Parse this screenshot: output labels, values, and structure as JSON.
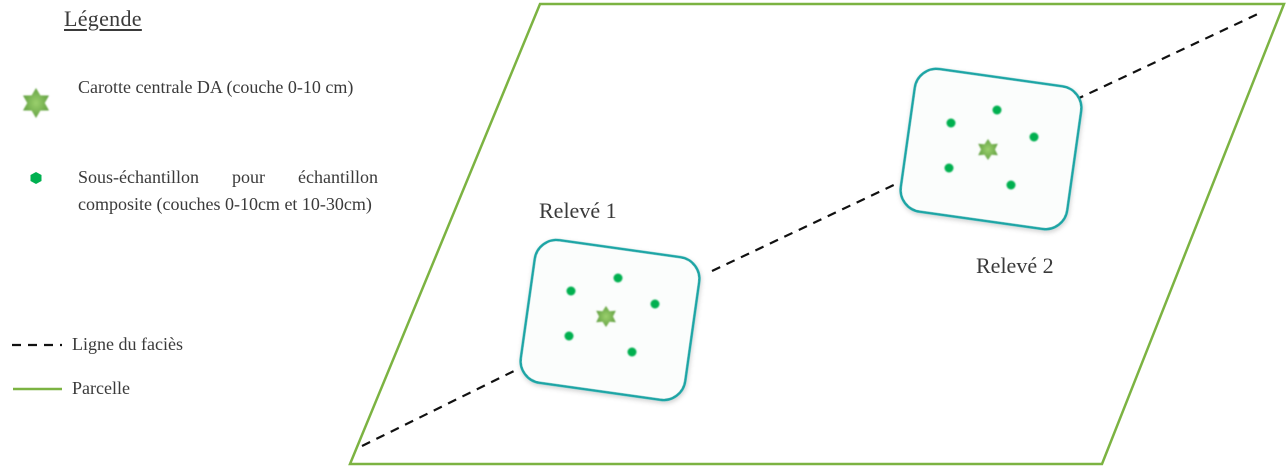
{
  "legend": {
    "title": "Légende",
    "items": [
      {
        "icon": "star-icon",
        "label": "Carotte centrale DA (couche 0-10 cm)"
      },
      {
        "icon": "dot-icon",
        "label": "Sous-échantillon pour échantillon composite (couches 0-10cm et 10-30cm)"
      },
      {
        "icon": "dashed-line-icon",
        "label": "Ligne du faciès"
      },
      {
        "icon": "solid-line-icon",
        "label": "Parcelle"
      }
    ]
  },
  "plots": [
    {
      "label": "Relevé 1"
    },
    {
      "label": "Relevé 2"
    }
  ],
  "colors": {
    "parcel": "#7cb342",
    "releve_border": "#1ba5a5",
    "releve_fill": "#fbfdfc",
    "subsample": "#00b050",
    "core_star": "#6ea84a",
    "dashed_line": "#111111",
    "text": "#3a3a3a"
  }
}
